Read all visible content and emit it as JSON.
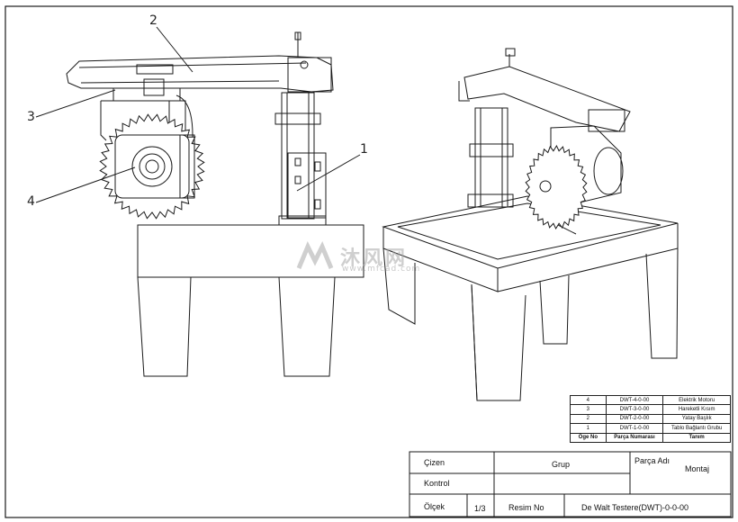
{
  "callouts": [
    "1",
    "2",
    "3",
    "4"
  ],
  "watermark": {
    "brand": "沐风网",
    "url": "www.mfcad.com"
  },
  "bom": {
    "headers": [
      "Öge No",
      "Parça Numarası",
      "Tanım"
    ],
    "rows": [
      [
        "4",
        "DWT-4-0-00",
        "Elektrik Motoru"
      ],
      [
        "3",
        "DWT-3-0-00",
        "Hareketli Kısım"
      ],
      [
        "2",
        "DWT-2-0-00",
        "Yatay Başlık"
      ],
      [
        "1",
        "DWT-1-0-00",
        "Tablo Bağlantı Grubu"
      ]
    ]
  },
  "title_block": {
    "cizen_label": "Çizen",
    "grup_label": "Grup",
    "parca_adi_label": "Parça Adı",
    "parca_adi_value": "Montaj",
    "kontrol_label": "Kontrol",
    "olcek_label": "Ölçek",
    "olcek_value": "1/3",
    "resim_no_label": "Resim No",
    "resim_no_value": "De Walt Testere(DWT)-0-0-00"
  }
}
